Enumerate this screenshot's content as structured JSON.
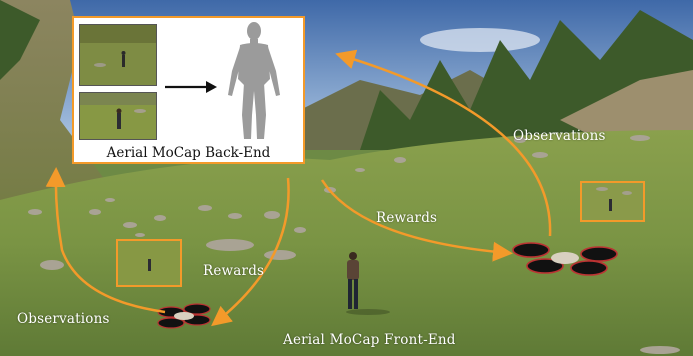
{
  "backend": {
    "caption": "Aerial MoCap Back-End"
  },
  "frontend": {
    "caption": "Aerial MoCap Front-End"
  },
  "left_loop": {
    "observations": "Observations",
    "rewards": "Rewards"
  },
  "right_loop": {
    "observations": "Observations",
    "rewards": "Rewards"
  },
  "colors": {
    "accent": "#f39a2a",
    "backend_bg": "#ffffff"
  }
}
